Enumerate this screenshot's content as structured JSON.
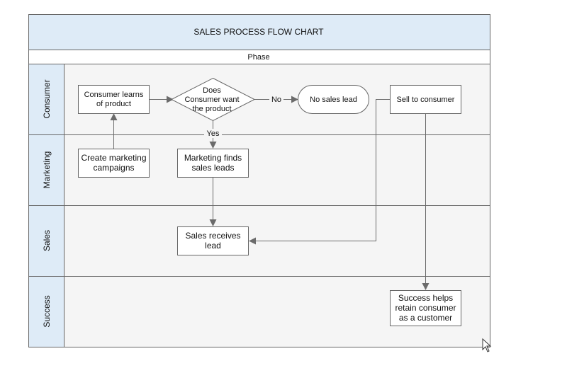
{
  "title": "SALES PROCESS FLOW CHART",
  "phase_label": "Phase",
  "lanes": [
    "Consumer",
    "Marketing",
    "Sales",
    "Success"
  ],
  "nodes": {
    "consumer_learns": [
      "Consumer learns",
      "of product"
    ],
    "decision": [
      "Does",
      "Consumer want",
      "the product"
    ],
    "no_sales_lead": "No sales lead",
    "sell": "Sell to consumer",
    "create_campaigns": [
      "Create marketing",
      "campaigns"
    ],
    "marketing_finds": [
      "Marketing finds",
      "sales leads"
    ],
    "sales_receives": [
      "Sales receives",
      "lead"
    ],
    "success_helps": [
      "Success helps",
      "retain consumer",
      "as a customer"
    ]
  },
  "edge_labels": {
    "no": "No",
    "yes": "Yes"
  },
  "colors": {
    "header_fill": "#deebf7",
    "lane_fill": "#f5f5f5",
    "stroke": "#666666",
    "node_fill": "#ffffff",
    "arrow": "#6b6b6b"
  }
}
